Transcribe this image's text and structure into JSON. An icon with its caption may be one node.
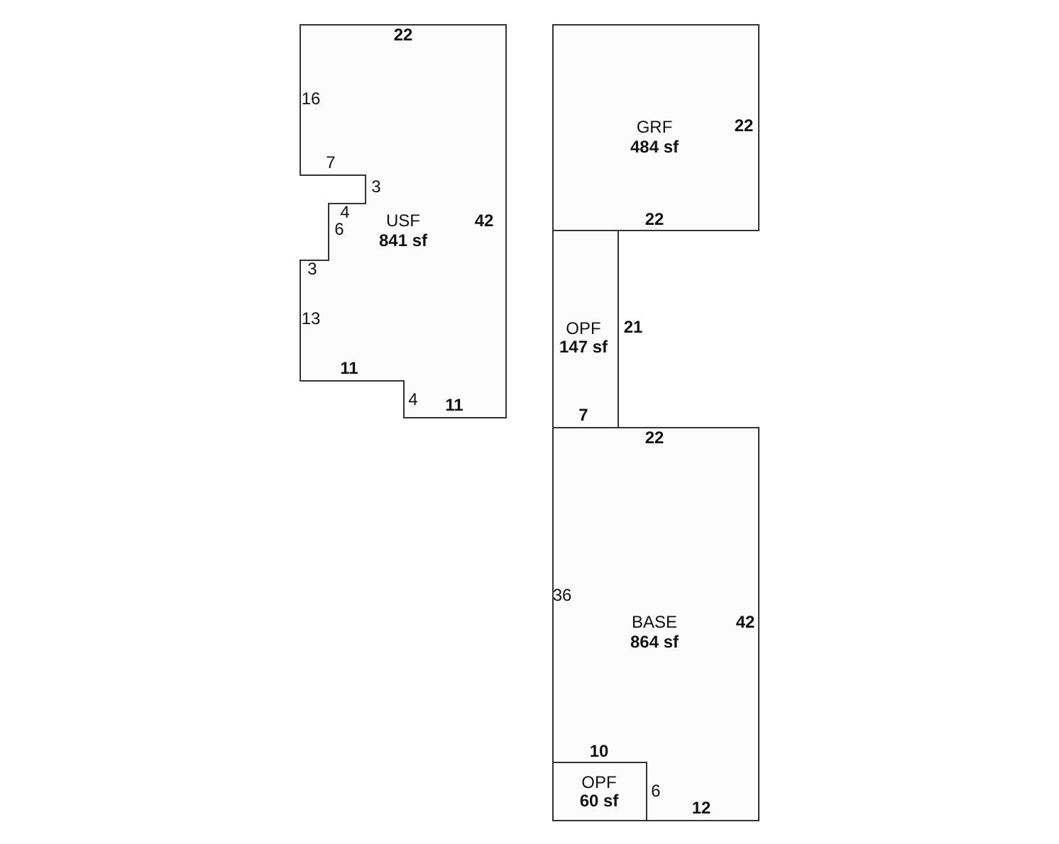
{
  "diagram": {
    "nodes": [
      {
        "text": [
          "USF",
          "841 sf",
          "22",
          "16",
          "7",
          "3",
          "4",
          "6",
          "3",
          "13",
          "11",
          "4",
          "11",
          "42"
        ]
      },
      {
        "text": [
          "GRF",
          "484 sf",
          "22",
          "22"
        ]
      },
      {
        "text": [
          "OPF",
          "147 sf",
          "7"
        ],
        "beside": [
          "21"
        ]
      },
      {
        "text": [
          "BASE",
          "864 sf",
          "22",
          "36",
          "42",
          "10",
          "6",
          "12"
        ]
      },
      {
        "text": [
          "OPF",
          "60 sf"
        ],
        "in": 3
      }
    ]
  }
}
